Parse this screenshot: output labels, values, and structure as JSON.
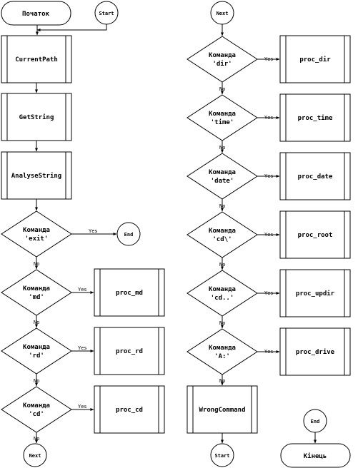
{
  "left_column": {
    "start_terminal": "Початок",
    "start_connector": "Start",
    "processes": [
      "CurrentPath",
      "GetString",
      "AnalyseString"
    ],
    "exit_decision": {
      "line1": "Команда",
      "line2": "'exit'",
      "yes": "Yes",
      "no": "No"
    },
    "end_connector": "End",
    "decisions": [
      {
        "line1": "Команда",
        "line2": "'md'",
        "yes": "Yes",
        "no": "No",
        "proc": "proc_md"
      },
      {
        "line1": "Команда",
        "line2": "'rd'",
        "yes": "Yes",
        "no": "No",
        "proc": "proc_rd"
      },
      {
        "line1": "Команда",
        "line2": "'cd'",
        "yes": "Yes",
        "no": "No",
        "proc": "proc_cd"
      }
    ],
    "next_connector": "Next"
  },
  "right_column": {
    "next_connector": "Next",
    "decisions": [
      {
        "line1": "Команда",
        "line2": "'dir'",
        "yes": "Yes",
        "no": "No",
        "proc": "proc_dir"
      },
      {
        "line1": "Команда",
        "line2": "'time'",
        "yes": "Yes",
        "no": "No",
        "proc": "proc_time"
      },
      {
        "line1": "Команда",
        "line2": "'date'",
        "yes": "Yes",
        "no": "No",
        "proc": "proc_date"
      },
      {
        "line1": "Команда",
        "line2": "'cd\\'",
        "yes": "Yes",
        "no": "No",
        "proc": "proc_root"
      },
      {
        "line1": "Команда",
        "line2": "'cd..'",
        "yes": "Yes",
        "no": "No",
        "proc": "proc_updir"
      },
      {
        "line1": "Команда",
        "line2": "'A:'",
        "yes": "Yes",
        "no": "No",
        "proc": "proc_drive"
      }
    ],
    "wrong_command": "WrongCommand",
    "start_connector": "Start",
    "end_connector": "End",
    "end_terminal": "Кінець"
  }
}
